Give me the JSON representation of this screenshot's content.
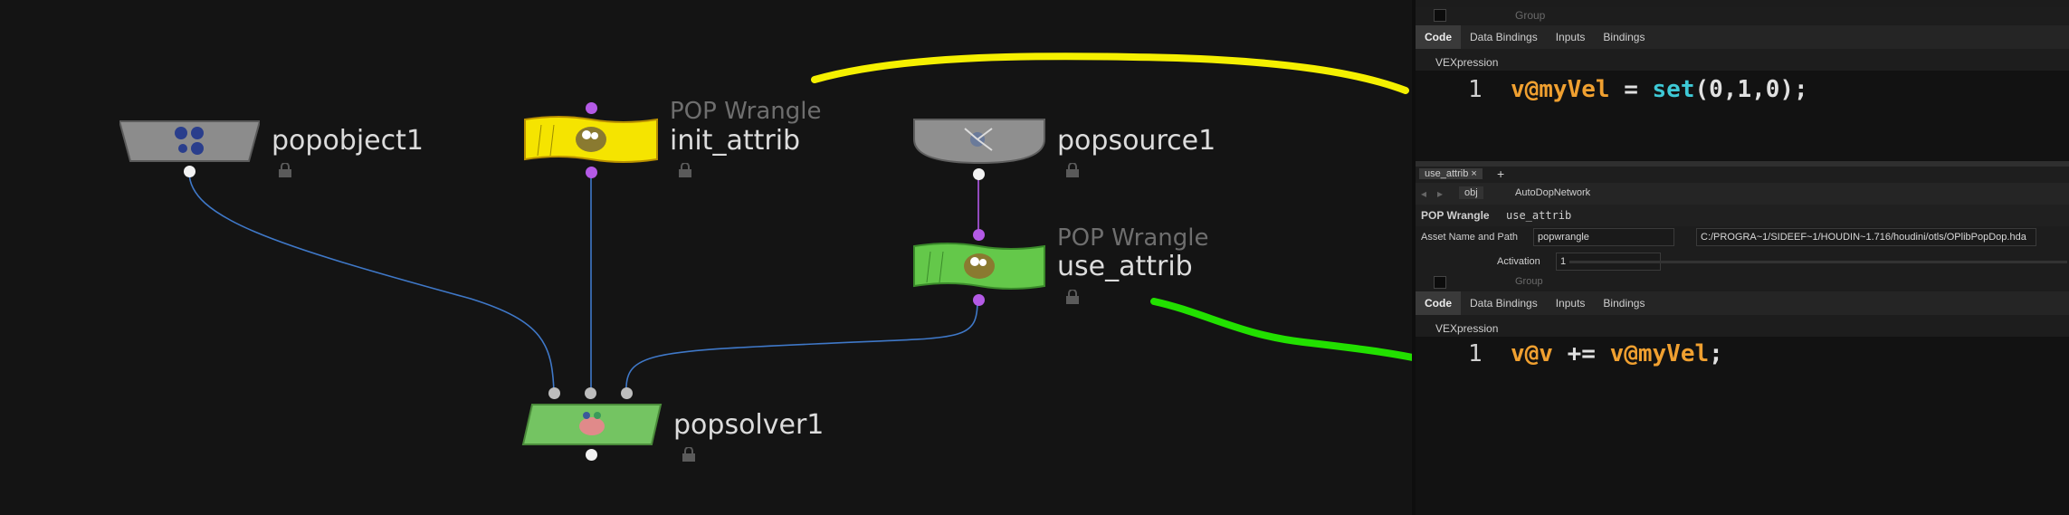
{
  "network": {
    "nodes": {
      "popobject": {
        "name": "popobject1"
      },
      "init_attrib": {
        "type": "POP Wrangle",
        "name": "init_attrib"
      },
      "popsource": {
        "name": "popsource1"
      },
      "use_attrib": {
        "type": "POP Wrangle",
        "name": "use_attrib"
      },
      "popsolver": {
        "name": "popsolver1"
      }
    },
    "annotation_colors": {
      "yellow": "#f5f000",
      "green": "#22e000"
    },
    "wire_color": "#3f78c8"
  },
  "panel_top": {
    "group_label": "Group",
    "tabs": [
      "Code",
      "Data Bindings",
      "Inputs",
      "Bindings"
    ],
    "vex_label": "VEXpression",
    "line_number": "1",
    "code": {
      "attr1": "v@myVel",
      "op": " = ",
      "fn": "set",
      "args": "(0,1,0);"
    }
  },
  "panel_bottom": {
    "pane_tab": "use_attrib",
    "pane_tab_close": "×",
    "add_tab": "+",
    "path": [
      "obj",
      "AutoDopNetwork"
    ],
    "node_type_label": "POP Wrangle",
    "node_name": "use_attrib",
    "asset_label": "Asset Name and Path",
    "asset_name": "popwrangle",
    "asset_path": "C:/PROGRA~1/SIDEEF~1/HOUDIN~1.716/houdini/otls/OPlibPopDop.hda",
    "activation_label": "Activation",
    "activation_value": "1",
    "group_label": "Group",
    "tabs": [
      "Code",
      "Data Bindings",
      "Inputs",
      "Bindings"
    ],
    "vex_label": "VEXpression",
    "line_number": "1",
    "code": {
      "attr1": "v@v",
      "op": " += ",
      "attr2": "v@myVel",
      "end": ";"
    }
  }
}
